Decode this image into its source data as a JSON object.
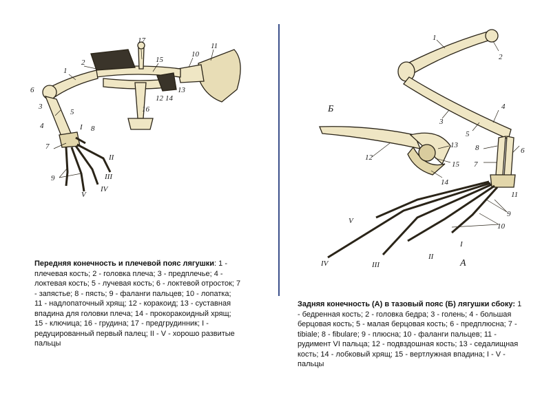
{
  "left": {
    "caption_title": "Передняя конечность и плечевой пояс лягушки",
    "caption_body": ": 1 - плечевая кость; 2 - головка плеча; 3 - предплечье; 4 - локтевая кость; 5 - лучевая кость; 6 - локтевой отросток; 7 - запястье; 8 - пясть; 9 - фаланги пальцев; 10 - лопатка; 11 - надлопаточный хрящ; 12 - коракоид; 13 - суставная впадина для головки плеча; 14 - прокоракоидный хрящ; 15 - ключица; 16 - грудина; 17 - предгрудинник; I - редуцированный первый палец; II - V - хорошо развитые пальцы",
    "labels": [
      "1",
      "2",
      "3",
      "4",
      "5",
      "6",
      "7",
      "8",
      "9",
      "10",
      "11",
      "12",
      "13",
      "14",
      "15",
      "16",
      "17",
      "I",
      "II",
      "III",
      "IV",
      "V"
    ]
  },
  "right": {
    "caption_title": "Задняя конечность (А) в тазовый пояс (Б) лягушки сбоку:",
    "caption_body": " 1 - бедренная кость; 2 - головка бедра; 3 - голень; 4 - большая берцовая кость; 5 - малая берцовая кость; 6 - предплюсна; 7 - tibiale; 8 - fibulare; 9 - плюсна; 10 - фаланги пальцев; 11 - рудимент VI пальца; 12 - подвздошная кость; 13 - седалищная кость; 14 - лобковый хрящ; 15 - вертлужная впадина; I - V - пальцы",
    "labels": [
      "1",
      "2",
      "3",
      "4",
      "5",
      "6",
      "7",
      "8",
      "9",
      "10",
      "11",
      "12",
      "13",
      "14",
      "15",
      "I",
      "II",
      "III",
      "IV",
      "V",
      "А",
      "Б"
    ]
  },
  "colors": {
    "bone": "#efe6c4",
    "outline": "#2a2418",
    "shade": "#b9ab7e",
    "divider": "#3a4f8a"
  }
}
